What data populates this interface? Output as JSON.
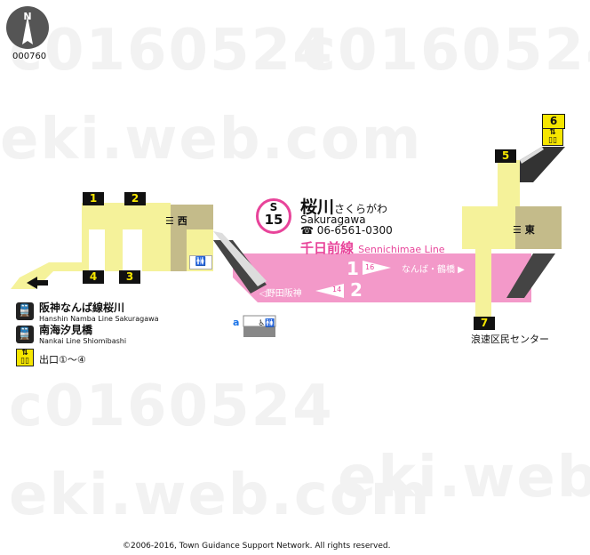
{
  "compass": {
    "label": "N",
    "code": "000760"
  },
  "watermarks": [
    "c0160524",
    "eki.web.com",
    "c0160524",
    "eki.web.com",
    "c0160524",
    "eki.web.com"
  ],
  "station": {
    "line_letter": "S",
    "number": "15",
    "name_jp": "桜川",
    "name_kana": "さくらがわ",
    "name_en": "Sakuragawa",
    "phone_icon": "☎",
    "phone": "06-6561-0300"
  },
  "line": {
    "name_jp": "千日前線",
    "name_en": "Sennichimae Line",
    "color": "#f399c9"
  },
  "platforms": [
    {
      "track": "1",
      "car": "16",
      "dest": "なんば・鶴橋"
    },
    {
      "track": "2",
      "car": "14",
      "dest": "野田阪神"
    }
  ],
  "gates": {
    "west": "西",
    "east": "東"
  },
  "exits": [
    "1",
    "2",
    "3",
    "4",
    "5",
    "6",
    "7"
  ],
  "landmarks": {
    "exit7": "浪速区民センター"
  },
  "legend": {
    "hanshin_jp": "阪神なんば線桜川",
    "hanshin_en": "Hanshin Namba Line Sakuragawa",
    "nankai_jp": "南海汐見橋",
    "nankai_en": "Nankai Line Shiomibashi",
    "exit_text": "出口①～④"
  },
  "facility_marker": "a",
  "copyright": "©2006-2016, Town Guidance Support Network. All rights reserved.",
  "colors": {
    "concourse": "#f5f29a",
    "gate_area": "#c4bb8a",
    "platform": "#f399c9",
    "exit_bg": "#111111",
    "exit_fg": "#f6e600"
  }
}
